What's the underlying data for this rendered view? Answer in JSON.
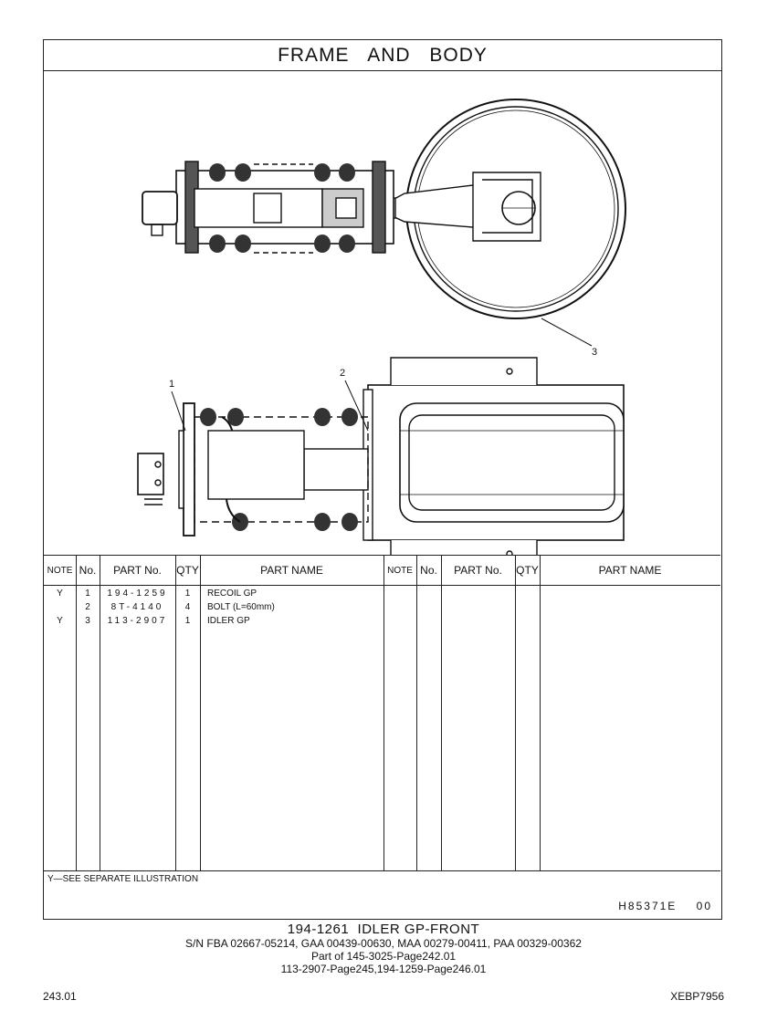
{
  "header": {
    "title": "FRAME AND BODY"
  },
  "illustration": {
    "callouts": [
      "1",
      "2",
      "3"
    ]
  },
  "table": {
    "columns": [
      "NOTE",
      "No.",
      "PART No.",
      "QTY",
      "PART NAME",
      "NOTE",
      "No.",
      "PART No.",
      "QTY",
      "PART NAME"
    ],
    "rows": [
      {
        "note": "Y",
        "no": "1",
        "part": "194-1259",
        "qty": "1",
        "name": "RECOIL GP"
      },
      {
        "note": "",
        "no": "2",
        "part": "8T-4140",
        "qty": "4",
        "name": "BOLT (L=60mm)"
      },
      {
        "note": "Y",
        "no": "3",
        "part": "113-2907",
        "qty": "1",
        "name": "IDLER GP"
      }
    ]
  },
  "footnote": "Y—SEE SEPARATE ILLUSTRATION",
  "drawing_code": "H85371E    00",
  "caption": {
    "title": "194-1261  IDLER GP-FRONT",
    "sn": "S/N FBA 02667-05214, GAA 00439-00630, MAA 00279-00411, PAA 00329-00362",
    "part_of": "Part of 145-3025-Page242.01",
    "refs": "113-2907-Page245,194-1259-Page246.01"
  },
  "page": {
    "number": "243.01",
    "doc_id": "XEBP7956"
  }
}
